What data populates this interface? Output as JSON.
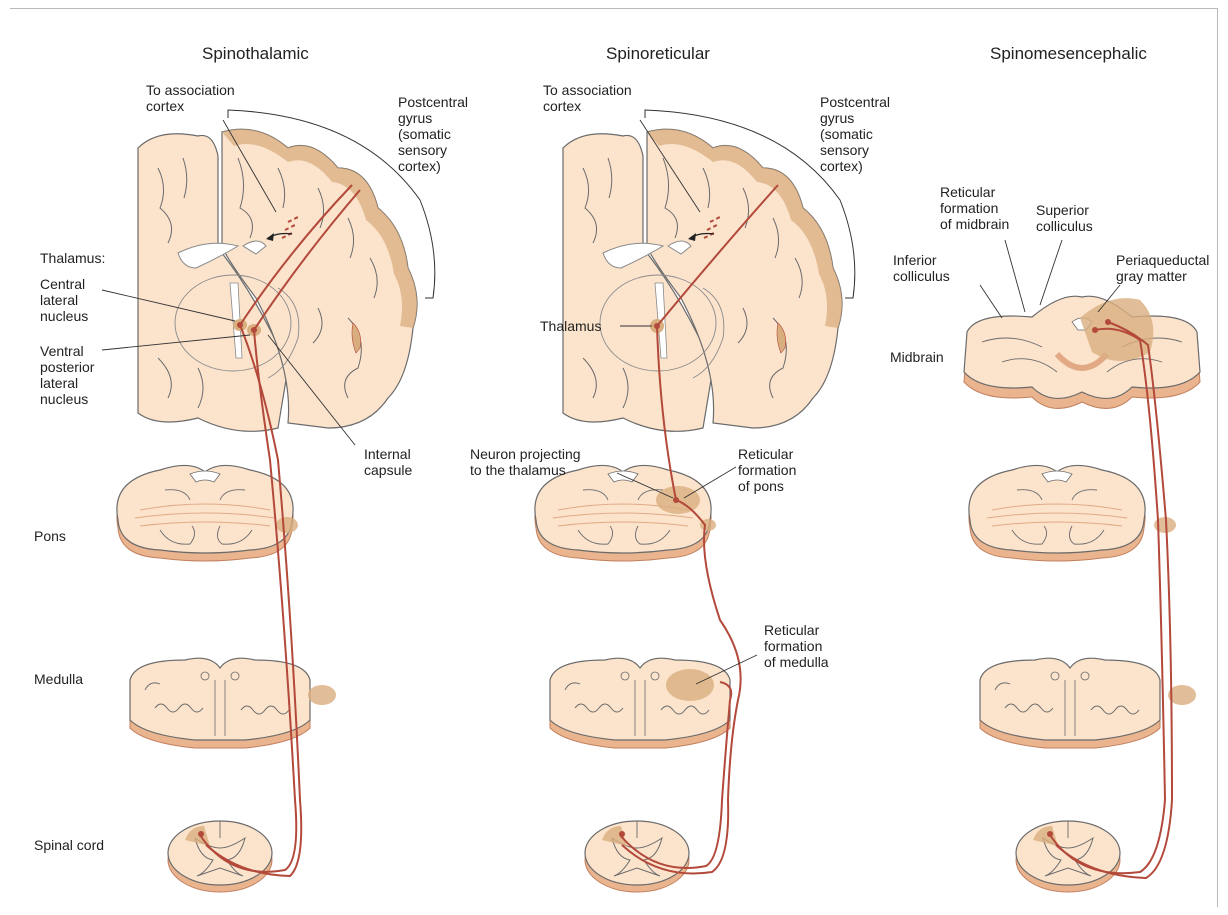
{
  "titles": {
    "spinothalamic": "Spinothalamic",
    "spinoreticular": "Spinoreticular",
    "spinomesencephalic": "Spinomesencephalic"
  },
  "row_labels": {
    "pons": "Pons",
    "medulla": "Medulla",
    "spinal_cord": "Spinal cord",
    "midbrain": "Midbrain"
  },
  "labels": {
    "thalamus_heading": "Thalamus:",
    "central_lateral_nucleus": "Central\nlateral\nnucleus",
    "ventral_posterior_lateral_nucleus": "Ventral\nposterior\nlateral\nnucleus",
    "internal_capsule": "Internal\ncapsule",
    "to_association_cortex_1": "To association\ncortex",
    "postcentral_gyrus_1": "Postcentral\ngyrus\n(somatic\nsensory\ncortex)",
    "to_association_cortex_2": "To association\ncortex",
    "postcentral_gyrus_2": "Postcentral\ngyrus\n(somatic\nsensory\ncortex)",
    "thalamus_2": "Thalamus",
    "neuron_projecting": "Neuron projecting\nto the thalamus",
    "reticular_formation_pons": "Reticular\nformation\nof pons",
    "reticular_formation_medulla": "Reticular\nformation\nof medulla",
    "reticular_formation_midbrain": "Reticular\nformation\nof midbrain",
    "superior_colliculus": "Superior\ncolliculus",
    "inferior_colliculus": "Inferior\ncolliculus",
    "periaqueductal_gray": "Periaqueductal\ngray matter"
  },
  "colors": {
    "tissue_fill": "#fbe3cc",
    "tissue_edge": "#e7b98f",
    "outline": "#6b6b6b",
    "cortex_highlight": "#d9ae7f",
    "region_highlight": "#e8c29c",
    "pathway": "#b3493a",
    "leader": "#333333"
  }
}
